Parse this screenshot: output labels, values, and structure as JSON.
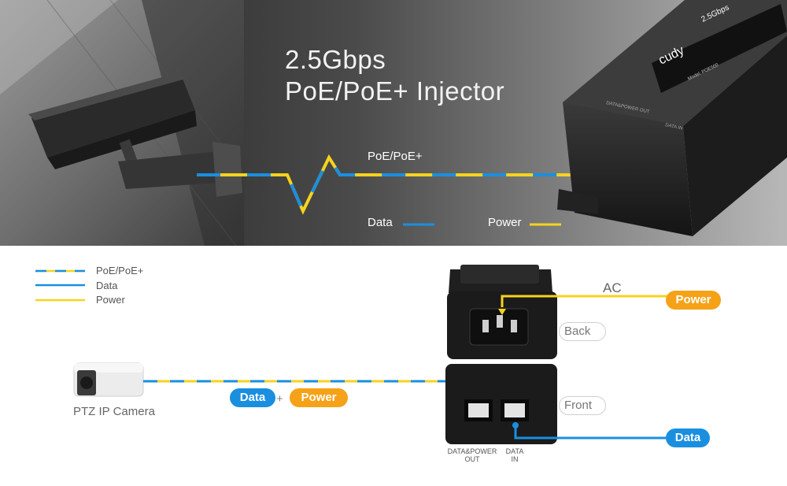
{
  "hero": {
    "title_line1": "2.5Gbps",
    "title_line2": "PoE/PoE+ Injector",
    "cable_label": "PoE/PoE+",
    "data_label": "Data",
    "power_label": "Power",
    "brand": "cudy",
    "device_badge": "2.5Gbps",
    "device_model": "Model: POE500",
    "port_label_out": "DATA&POWER OUT",
    "port_label_in": "DATA IN"
  },
  "legend": {
    "items": [
      {
        "label": "PoE/PoE+"
      },
      {
        "label": "Data"
      },
      {
        "label": "Power"
      }
    ]
  },
  "diagram": {
    "camera_label": "PTZ IP Camera",
    "ac_label": "AC",
    "power_pill": "Power",
    "back_label": "Back",
    "front_label": "Front",
    "data_pill": "Data",
    "cable_data_pill": "Data",
    "cable_plus": "+",
    "cable_power_pill": "Power",
    "port_out_label": "DATA&POWER\nOUT",
    "port_in_label": "DATA\nIN"
  },
  "colors": {
    "data_blue": "#1a8fe0",
    "power_yellow": "#f7d21e",
    "pill_orange": "#f5a218"
  }
}
